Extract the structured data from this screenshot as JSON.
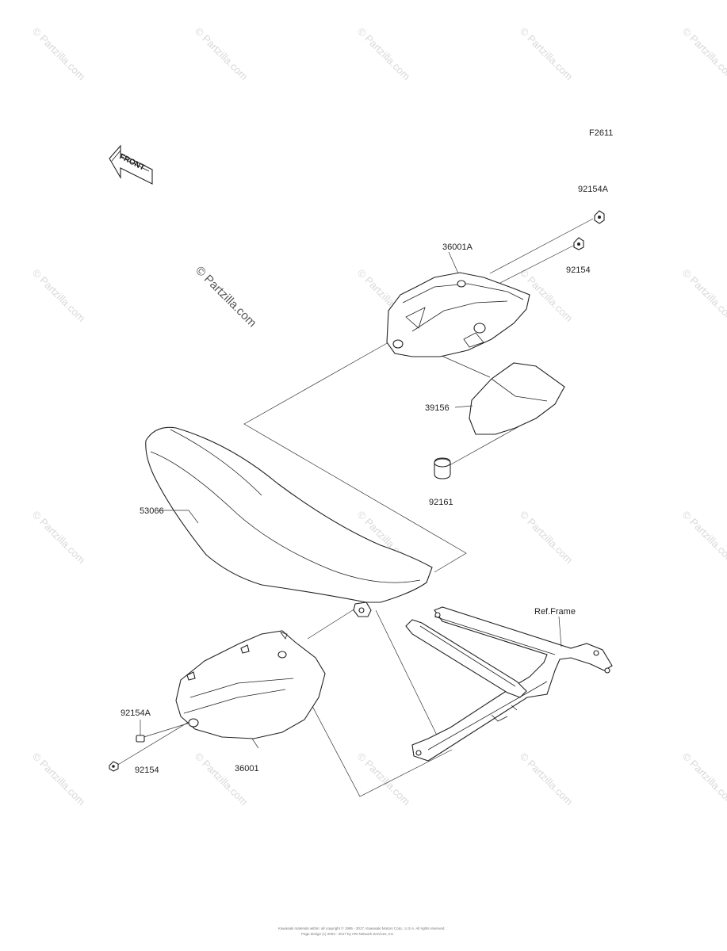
{
  "watermark": {
    "text": "© Partzilla.com"
  },
  "figure_code": "F2611",
  "front_arrow_text": "FRONT",
  "labels": {
    "p92154A_top": "92154A",
    "p36001A": "36001A",
    "p92154_top": "92154",
    "p39156": "39156",
    "p92161": "92161",
    "p53066": "53066",
    "ref_frame": "Ref.Frame",
    "p92154A_bottom": "92154A",
    "p36001": "36001",
    "p92154_bottom": "92154"
  },
  "footer": {
    "line1": "Kawasaki materials within: all copyright © 1995 - 2017, Kawasaki Motors Corp., U.S.A. All rights reserved.",
    "line2": "Page design (c) 2003 - 2017 by ARI Network Services, Inc."
  }
}
